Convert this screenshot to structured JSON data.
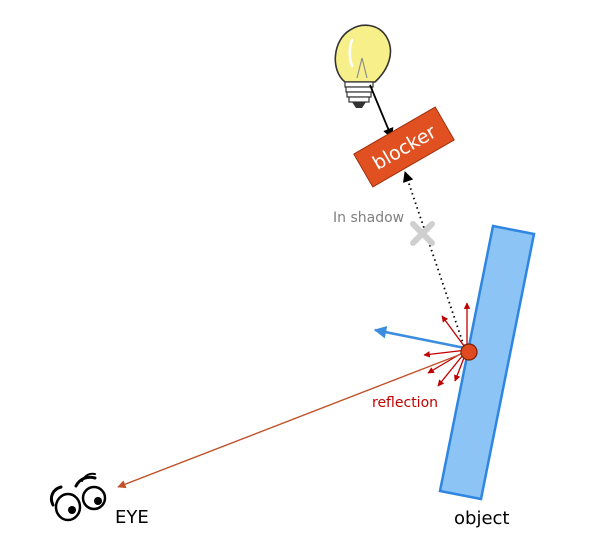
{
  "labels": {
    "blocker": "blocker",
    "in_shadow": "In shadow",
    "reflection": "reflection",
    "eye": "EYE",
    "object": "object"
  },
  "colors": {
    "bulb": "#f7ef8a",
    "blocker": "#e05020",
    "object": "#8cc4f5",
    "object_edge": "#2e86e0",
    "hit_point": "#e04a20",
    "ray": "#c0522a",
    "reflection": "#c00000",
    "blue_ray": "#3b8de0",
    "shadow_cross": "#cfcfcf"
  },
  "icons": {
    "light": "light-bulb-icon",
    "eye": "eye-icon",
    "cross": "cross-icon"
  }
}
